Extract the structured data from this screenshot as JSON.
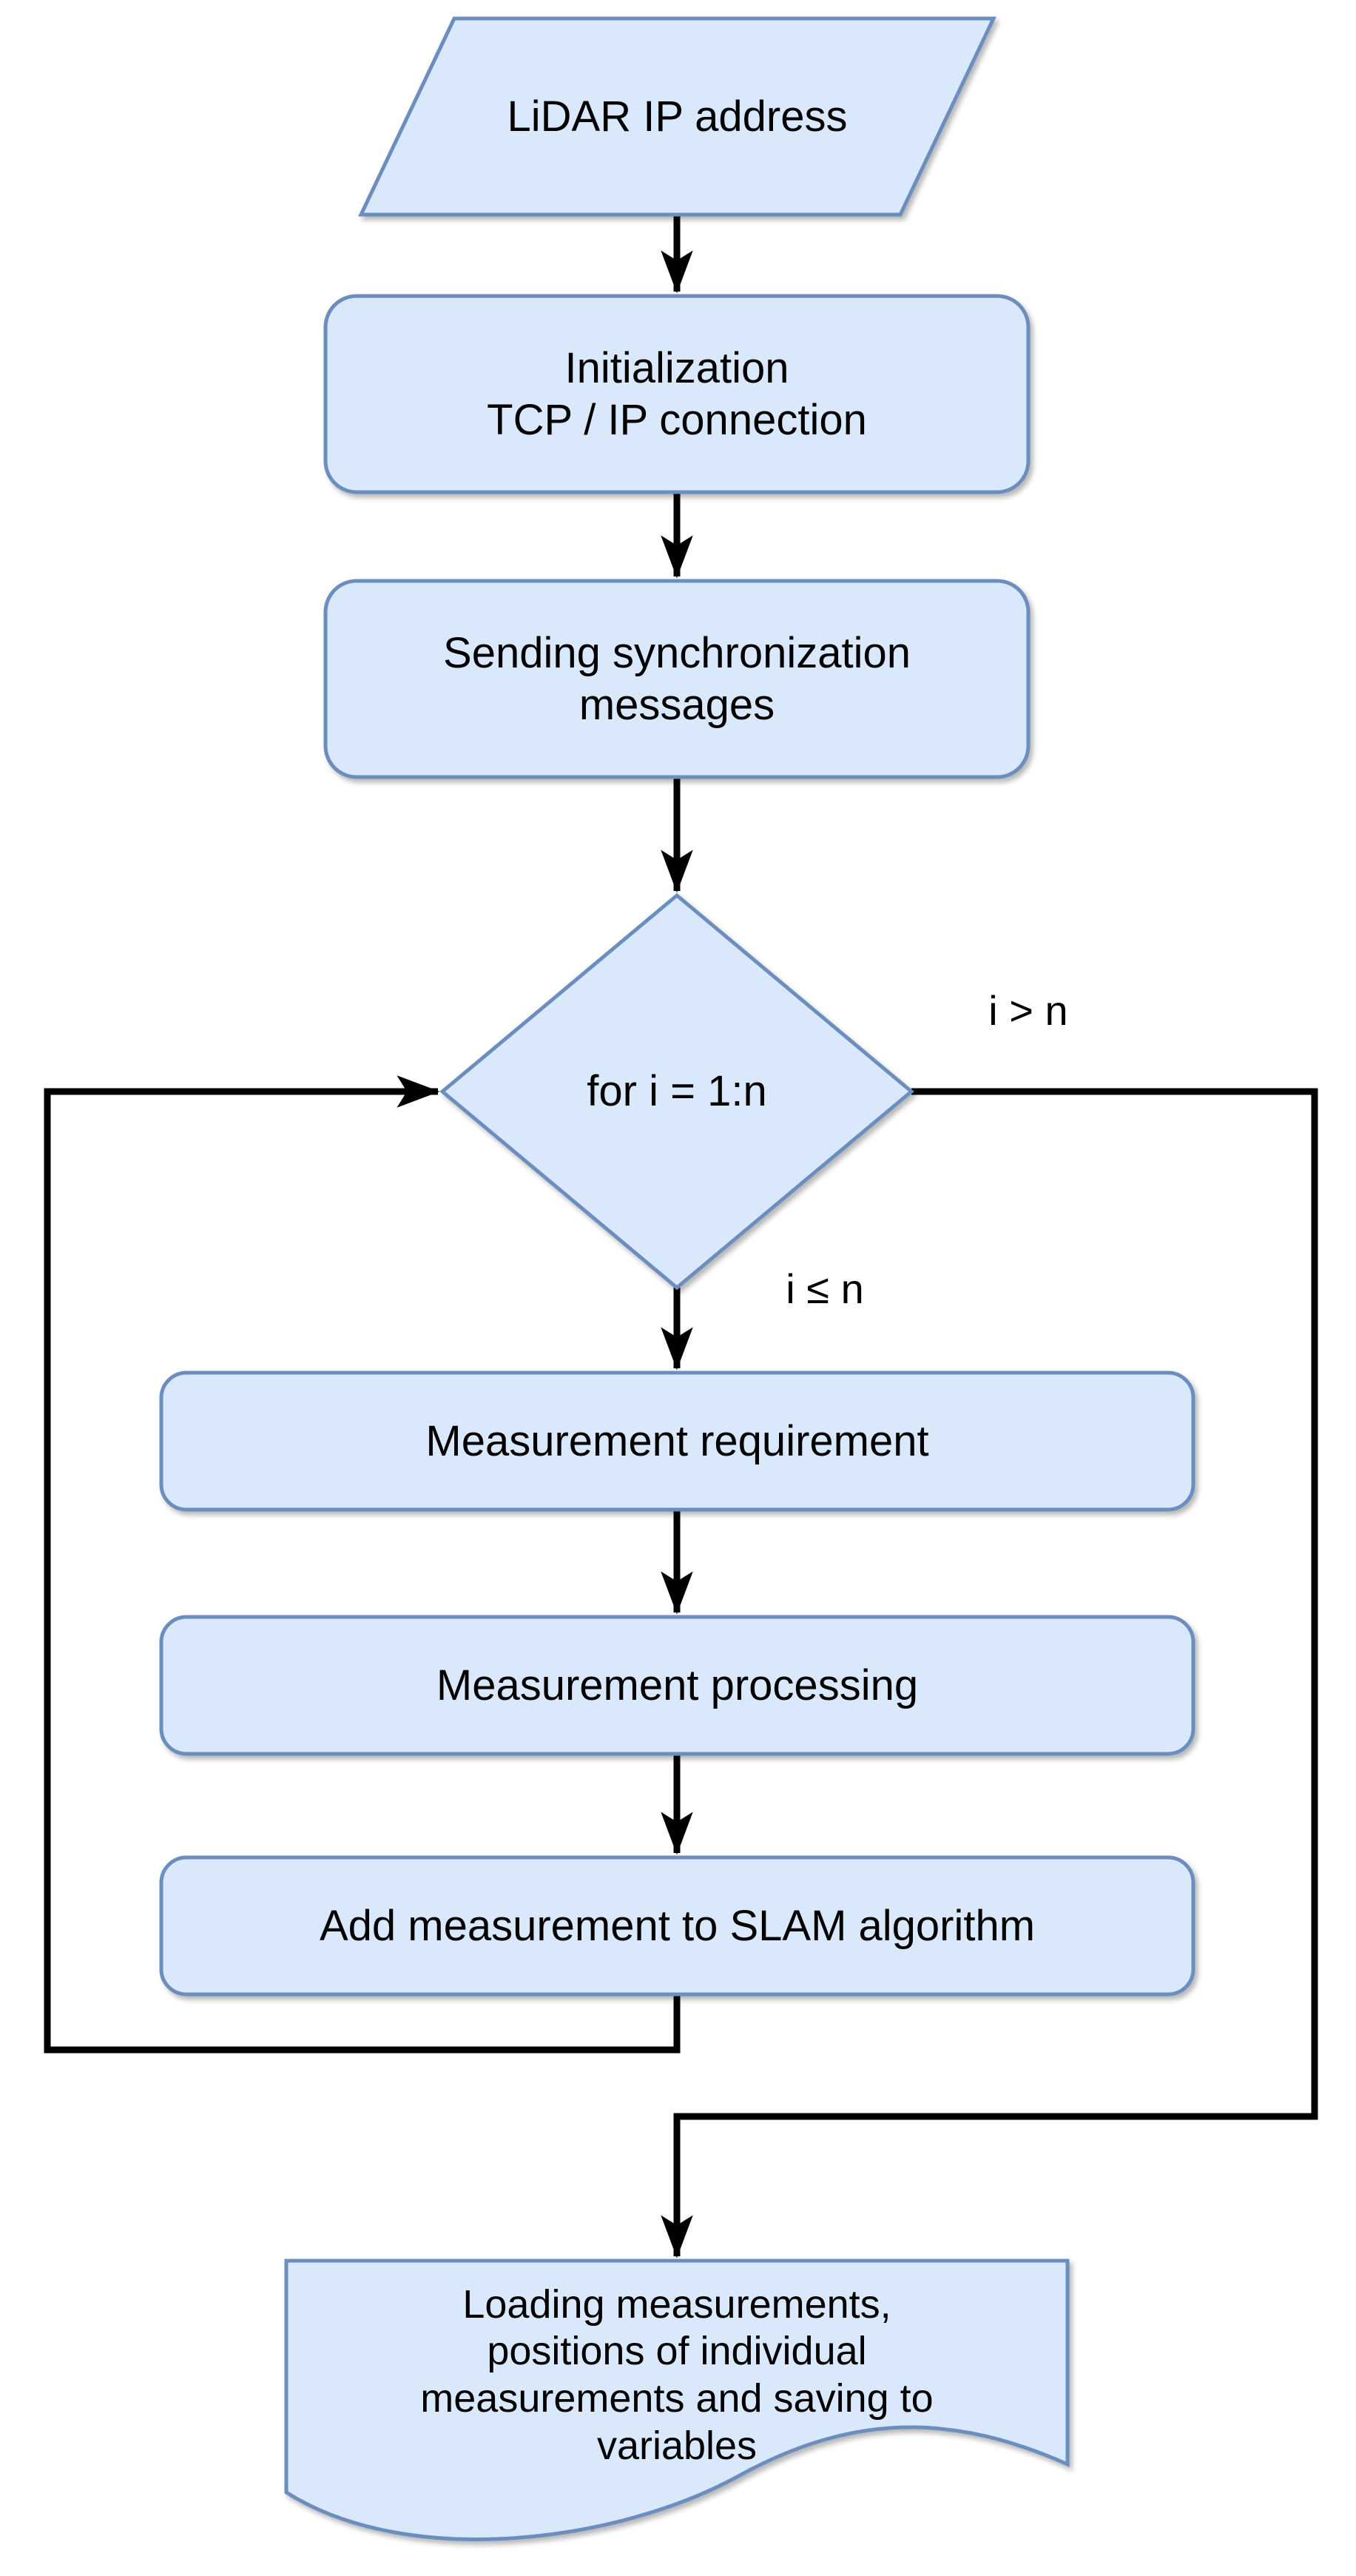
{
  "colors": {
    "node-fill": "#dae8fc",
    "node-stroke": "#6c8ebf",
    "connector": "#000000",
    "text": "#000000",
    "background": "#ffffff"
  },
  "nodes": {
    "start": {
      "label": "LiDAR IP address"
    },
    "init": {
      "label": "Initialization\nTCP / IP connection"
    },
    "sync": {
      "label": "Sending synchronization\nmessages"
    },
    "loop": {
      "label": "for i = 1:n"
    },
    "requirement": {
      "label": "Measurement requirement"
    },
    "processing": {
      "label": "Measurement processing"
    },
    "slam": {
      "label": "Add measurement to SLAM algorithm"
    },
    "output": {
      "label": "Loading measurements,\npositions of individual\nmeasurements and saving to\nvariables"
    }
  },
  "edge_labels": {
    "exit_condition": "i > n",
    "continue_condition": "i ≤ n"
  }
}
